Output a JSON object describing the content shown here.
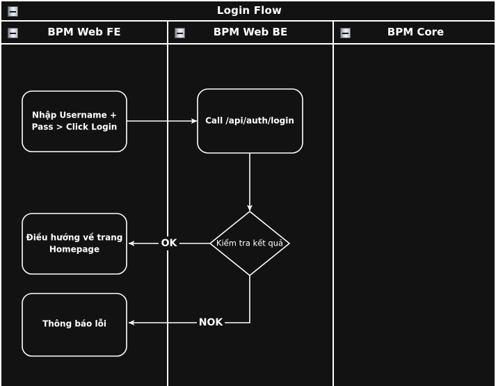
{
  "pool": {
    "title": "Login Flow",
    "collapse_icon": "minus-box-icon"
  },
  "lanes": [
    {
      "id": "fe",
      "title": "BPM Web FE",
      "collapse_icon": "minus-box-icon"
    },
    {
      "id": "be",
      "title": "BPM Web BE",
      "collapse_icon": "minus-box-icon"
    },
    {
      "id": "core",
      "title": "BPM Core",
      "collapse_icon": "minus-box-icon"
    }
  ],
  "nodes": {
    "input_credentials": {
      "type": "task",
      "lane": "fe",
      "line1": "Nhập Username +",
      "line2": "Pass > Click Login"
    },
    "call_login_api": {
      "type": "task",
      "lane": "be",
      "line1": "Call /api/auth/login",
      "line2": ""
    },
    "check_result": {
      "type": "decision",
      "lane": "be",
      "label": "Kiểm tra kết quả"
    },
    "go_homepage": {
      "type": "task",
      "lane": "fe",
      "line1": "Điều hướng về trang",
      "line2": "Homepage"
    },
    "show_error": {
      "type": "task",
      "lane": "fe",
      "line1": "Thông báo lỗi",
      "line2": ""
    }
  },
  "edges": {
    "to_api": {
      "label": ""
    },
    "to_decision": {
      "label": ""
    },
    "ok_branch": {
      "label": "OK"
    },
    "nok_branch": {
      "label": "NOK"
    }
  },
  "colors": {
    "canvas": "#121212",
    "stroke": "#ffffff",
    "text": "#ffffff",
    "page_background": "#e8e8e8"
  }
}
